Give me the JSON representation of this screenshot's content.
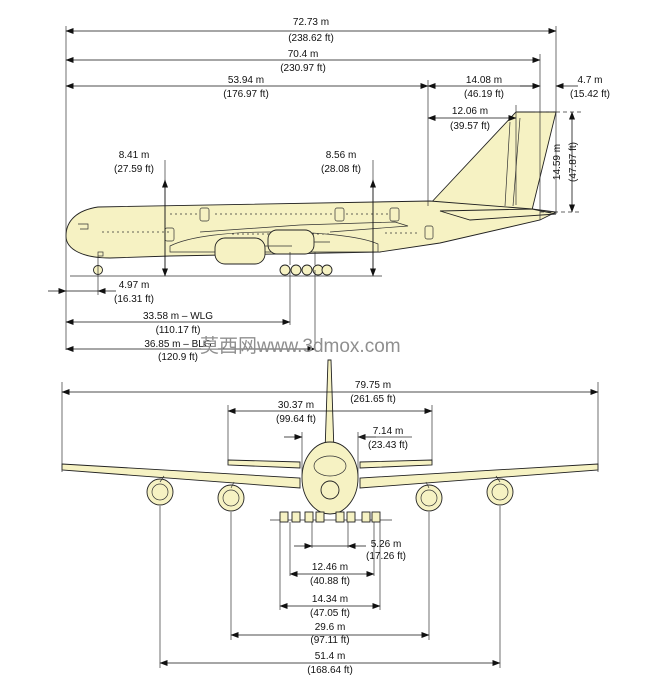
{
  "side_view": {
    "overall_length": {
      "m": "72.73 m",
      "ft": "(238.62 ft)"
    },
    "fuselage_length": {
      "m": "70.4 m",
      "ft": "(230.97 ft)"
    },
    "tail_start": {
      "m": "53.94 m",
      "ft": "(176.97 ft)"
    },
    "tail_span": {
      "m": "14.08 m",
      "ft": "(46.19 ft)"
    },
    "tail_overhang": {
      "m": "4.7 m",
      "ft": "(15.42 ft)"
    },
    "fin_span": {
      "m": "12.06 m",
      "ft": "(39.57 ft)"
    },
    "fin_height": {
      "m": "14.59 m",
      "ft": "(47.87 ft)"
    },
    "nose_door": {
      "m": "8.41 m",
      "ft": "(27.59 ft)"
    },
    "wing_door": {
      "m": "8.56 m",
      "ft": "(28.08 ft)"
    },
    "nose_gear": {
      "m": "4.97 m",
      "ft": "(16.31 ft)"
    },
    "wing_gear": {
      "m": "33.58 m – WLG",
      "ft": "(110.17 ft)"
    },
    "body_gear": {
      "m": "36.85 m – BLG",
      "ft": "(120.9 ft)"
    }
  },
  "front_view": {
    "wingspan": {
      "m": "79.75 m",
      "ft": "(261.65 ft)"
    },
    "tailplane_span": {
      "m": "30.37 m",
      "ft": "(99.64 ft)"
    },
    "fuselage_width": {
      "m": "7.14 m",
      "ft": "(23.43 ft)"
    },
    "body_gear_track": {
      "m": "5.26 m",
      "ft": "(17.26 ft)"
    },
    "main_gear_track": {
      "m": "12.46 m",
      "ft": "(40.88 ft)"
    },
    "wing_gear_track": {
      "m": "14.34 m",
      "ft": "(47.05 ft)"
    },
    "inner_engines": {
      "m": "29.6 m",
      "ft": "(97.11 ft)"
    },
    "outer_engines": {
      "m": "51.4 m",
      "ft": "(168.64 ft)"
    }
  },
  "watermark": "莫西网www.3dmox.com"
}
